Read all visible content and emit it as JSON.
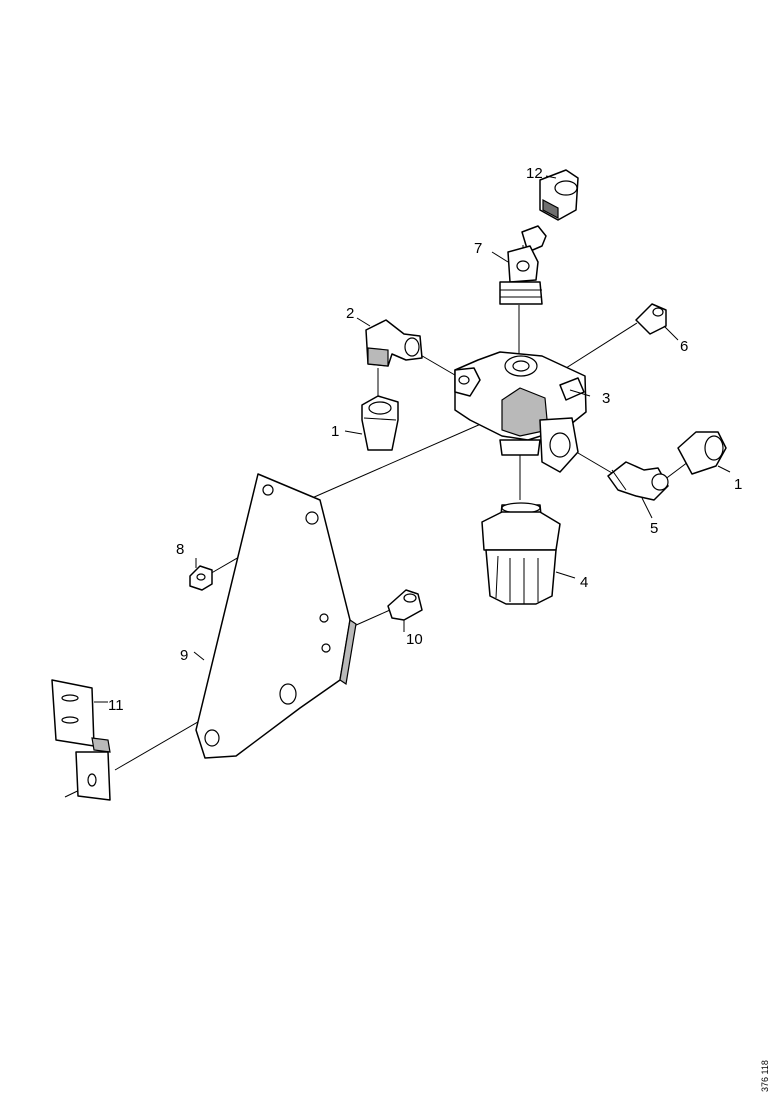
{
  "callouts": {
    "c1a": "1",
    "c1b": "1",
    "c2": "2",
    "c3": "3",
    "c4": "4",
    "c5": "5",
    "c6": "6",
    "c7": "7",
    "c8": "8",
    "c9": "9",
    "c10": "10",
    "c11": "11",
    "c12": "12"
  },
  "drawing_number": "376 118"
}
